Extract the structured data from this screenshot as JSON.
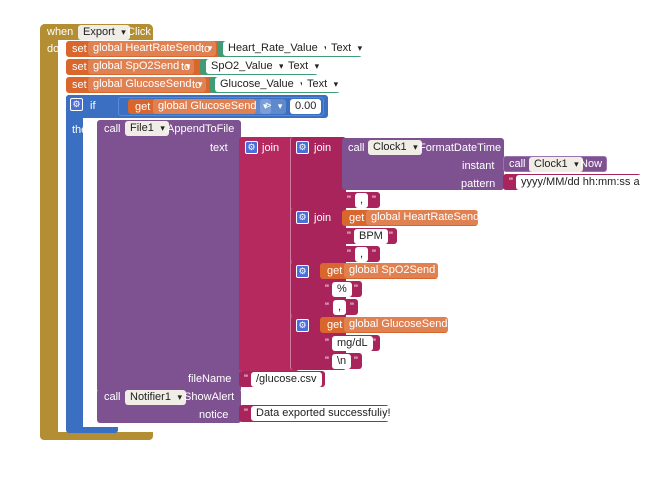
{
  "event": {
    "when": "when",
    "component": "Export",
    "event_name": ".Click",
    "do": "do"
  },
  "sets": [
    {
      "set": "set",
      "var": "global HeartRateSend",
      "to": "to",
      "comp": "Heart_Rate_Value",
      "dot": ".",
      "prop": "Text"
    },
    {
      "set": "set",
      "var": "global SpO2Send",
      "to": "to",
      "comp": "SpO2_Value",
      "dot": ".",
      "prop": "Text"
    },
    {
      "set": "set",
      "var": "global GlucoseSend",
      "to": "to",
      "comp": "Glucose_Value",
      "dot": ".",
      "prop": "Text"
    }
  ],
  "if_block": {
    "if": "if",
    "get": "get",
    "var": "global GlucoseSend",
    "op": ">",
    "num": "0.00",
    "then": "then"
  },
  "append": {
    "call": "call",
    "comp": "File1",
    "method": ".AppendToFile",
    "text": "text",
    "fileName": "fileName",
    "file": "/glucose.csv"
  },
  "join": "join",
  "format": {
    "call": "call",
    "comp": "Clock1",
    "method": ".FormatDateTime",
    "instant": "instant",
    "pattern": "pattern",
    "now_call": "call",
    "now_comp": "Clock1",
    "now_method": ".Now",
    "pattern_value": "yyyy/MM/dd hh:mm:ss a"
  },
  "texts": {
    "comma": ",",
    "bpm": "BPM",
    "percent": "%",
    "mgdl": "mg/dL",
    "newline": "\\n",
    "notice": "Data exported successfully!",
    "quote": "\""
  },
  "gets": {
    "get": "get",
    "hr": "global HeartRateSend",
    "spo2": "global SpO2Send",
    "glucose": "global GlucoseSend"
  },
  "alert": {
    "call": "call",
    "comp": "Notifier1",
    "method": ".ShowAlert",
    "notice": "notice"
  }
}
